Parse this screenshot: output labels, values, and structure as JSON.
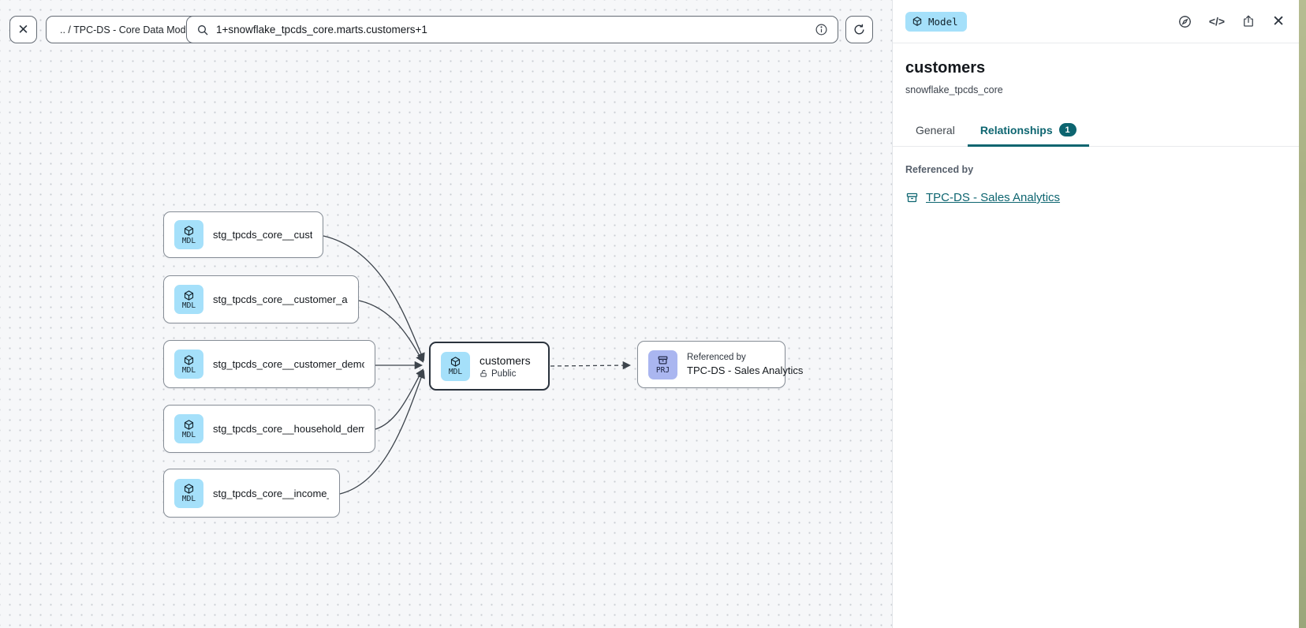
{
  "toolbar": {
    "breadcrumb": ".. / TPC-DS - Core Data Models",
    "search_value": "1+snowflake_tpcds_core.marts.customers+1"
  },
  "graph": {
    "upstream_nodes": [
      {
        "badge": "MDL",
        "label": "stg_tpcds_core__customer"
      },
      {
        "badge": "MDL",
        "label": "stg_tpcds_core__customer_address"
      },
      {
        "badge": "MDL",
        "label": "stg_tpcds_core__customer_demogra..."
      },
      {
        "badge": "MDL",
        "label": "stg_tpcds_core__household_demogr..."
      },
      {
        "badge": "MDL",
        "label": "stg_tpcds_core__income_band"
      }
    ],
    "center_node": {
      "badge": "MDL",
      "title": "customers",
      "visibility": "Public"
    },
    "downstream_node": {
      "badge": "PRJ",
      "kicker": "Referenced by",
      "title": "TPC-DS - Sales Analytics"
    }
  },
  "panel": {
    "type_badge": "Model",
    "title": "customers",
    "subtitle": "snowflake_tpcds_core",
    "tabs": {
      "general": "General",
      "relationships": "Relationships",
      "relationships_count": "1"
    },
    "referenced_by_heading": "Referenced by",
    "referenced_by_link": "TPC-DS - Sales Analytics"
  },
  "colors": {
    "accent_teal": "#0d6570",
    "model_badge_blue": "#a5e0fa",
    "project_badge_purple": "#aab6f0",
    "canvas_bg": "#f6f7f9"
  }
}
